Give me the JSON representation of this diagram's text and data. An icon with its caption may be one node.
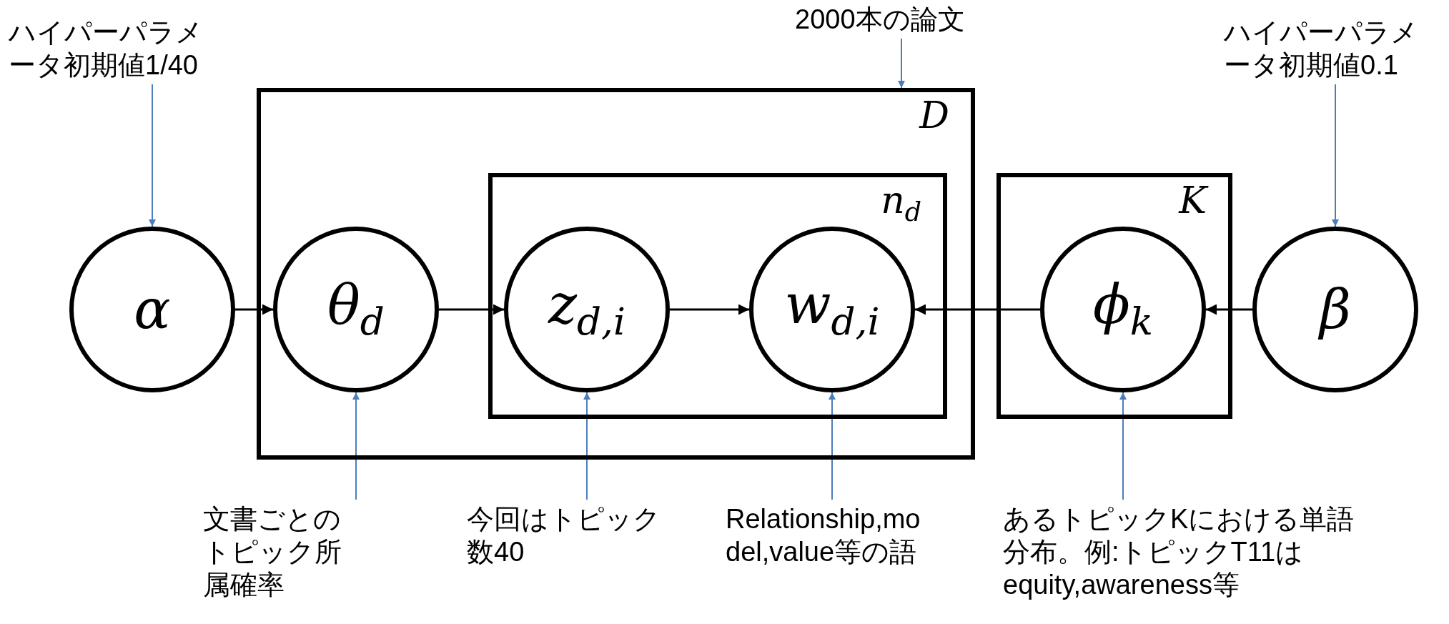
{
  "diagram": {
    "nodes": [
      {
        "text": [
          "α"
        ]
      },
      {
        "text": [
          "D"
        ]
      },
      {
        "text": [
          "θ$_{d}$"
        ],
        "in": 1
      },
      {
        "text": [
          "n$_{d}$"
        ],
        "in": 1
      },
      {
        "text": [
          "z$_{d,i}$"
        ],
        "in": 3
      },
      {
        "text": [
          "w$_{d,i}$"
        ],
        "in": 3
      },
      {
        "text": [
          "K"
        ]
      },
      {
        "text": [
          "ϕ$_{k}$"
        ],
        "in": 6
      },
      {
        "text": [
          "β"
        ]
      },
      {
        "text": [
          "ハイパーパラメータ初期値1/40"
        ]
      },
      {
        "text": [
          "2000本の論文"
        ]
      },
      {
        "text": [
          "ハイパーパラメータ初期値0.1"
        ]
      },
      {
        "text": [
          "文書ごとのトピック所属確率"
        ]
      },
      {
        "text": [
          "今回はトピック数40"
        ]
      },
      {
        "text": [
          "Relationship,model,value等の語"
        ]
      },
      {
        "text": [
          "あるトピックKにおける単語分布。例:トピックT11はequity,awareness等"
        ]
      }
    ],
    "edges": [
      {
        "from": 0,
        "to": 2,
        "arrow": "to",
        "color": "#000000"
      },
      {
        "from": 2,
        "to": 4,
        "arrow": "to",
        "color": "#000000"
      },
      {
        "from": 4,
        "to": 5,
        "arrow": "to",
        "color": "#000000"
      },
      {
        "from": 7,
        "to": 5,
        "arrow": "to",
        "color": "#000000"
      },
      {
        "from": 8,
        "to": 7,
        "arrow": "to",
        "color": "#000000"
      },
      {
        "from": 9,
        "to": 0,
        "arrow": "to",
        "color": "#4a7ebb"
      },
      {
        "from": 10,
        "to": 1,
        "arrow": "to",
        "color": "#4a7ebb"
      },
      {
        "from": 11,
        "to": 8,
        "arrow": "to",
        "color": "#4a7ebb"
      },
      {
        "from": 12,
        "to": 2,
        "arrow": "to",
        "color": "#4a7ebb"
      },
      {
        "from": 13,
        "to": 4,
        "arrow": "to",
        "color": "#4a7ebb"
      },
      {
        "from": 14,
        "to": 5,
        "arrow": "to",
        "color": "#4a7ebb"
      },
      {
        "from": 15,
        "to": 7,
        "arrow": "to",
        "color": "#4a7ebb"
      }
    ]
  }
}
